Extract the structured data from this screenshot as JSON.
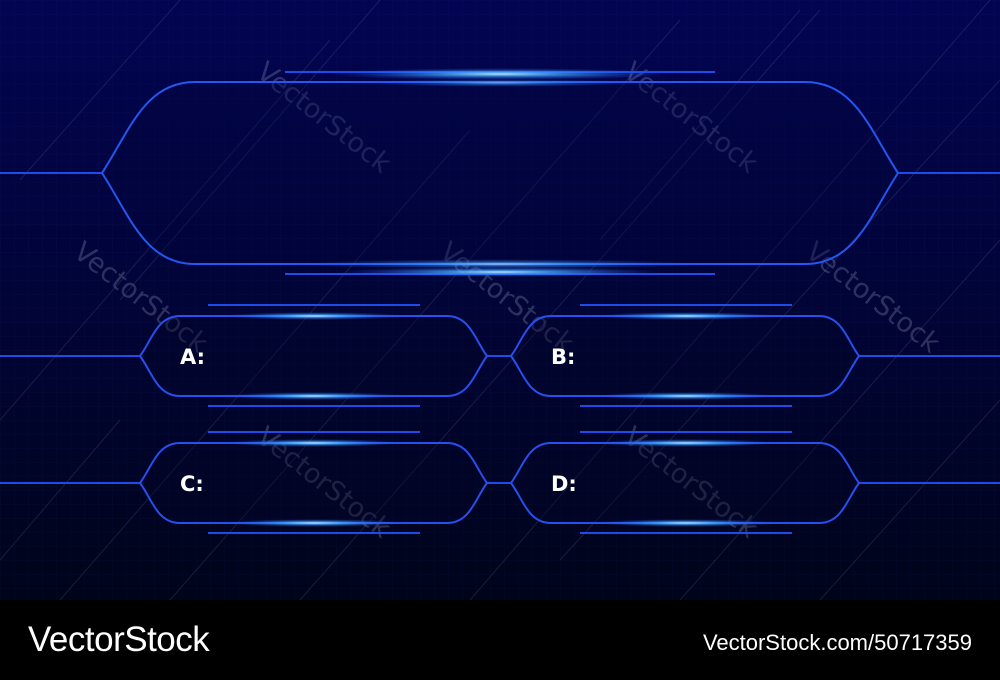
{
  "palette": {
    "background_top": "#020452",
    "background_bottom": "#00041a",
    "frame_line": "#1f4be8",
    "glow": "#3fa9ff",
    "label_text": "#ffffff"
  },
  "options": [
    {
      "id": "a",
      "label": "A:"
    },
    {
      "id": "b",
      "label": "B:"
    },
    {
      "id": "c",
      "label": "C:"
    },
    {
      "id": "d",
      "label": "D:"
    }
  ],
  "watermark": "VectorStock",
  "footer": {
    "brand": "VectorStock",
    "credit": "VectorStock.com/50717359"
  }
}
